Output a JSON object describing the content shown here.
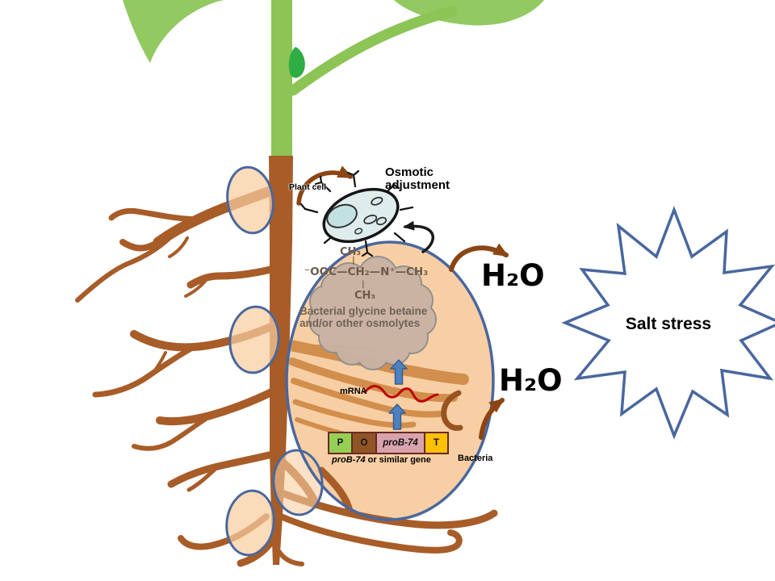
{
  "scene": {
    "plant_cell_label": "Plant cell",
    "osmotic": {
      "line1": "Osmotic",
      "line2": "adjustment"
    },
    "betaine": {
      "top": "CH₃",
      "bond": "|",
      "main": "⁻OOC—CH₂—N⁺—CH₃",
      "bottom": "CH₃"
    },
    "osmolytes": {
      "line1": "Bacterial glycine betaine",
      "line2": "and/or other osmolytes"
    },
    "mrna_label": "mRNA",
    "gene": {
      "boxes": [
        {
          "label": "P",
          "color": "#95D055"
        },
        {
          "label": "O",
          "color": "#8F5526"
        },
        {
          "label": "proB-74",
          "color": "#D9A3AD"
        },
        {
          "label": "T",
          "color": "#FEC101"
        }
      ],
      "caption_gene": "proB-74",
      "caption_rest": " or similar gene",
      "border_color": "#682A21"
    },
    "bacteria_label": "Bacteria",
    "h2o_top": "H₂O",
    "h2o_bottom": "H₂O",
    "salt_stress": "Salt stress",
    "colors": {
      "leaf_green": "#92C961",
      "stem_green": "#8CC455",
      "bud_green": "#2EAD45",
      "root_brown": "#A85C28",
      "root_light": "#D28E4C",
      "nodule_fill": "#F8CDA0",
      "outline_blue": "#49679E",
      "cloud_tan": "#C9B3A2",
      "arrow_brown": "#8B4513",
      "block_arrow_blue": "#4E81BD",
      "mrna_red": "#C00000",
      "cell_fill": "#DEEDEC",
      "formula_text": "#6C5B49",
      "osmolytes_text": "#716255",
      "star_fill": "#FFFFFF"
    }
  }
}
